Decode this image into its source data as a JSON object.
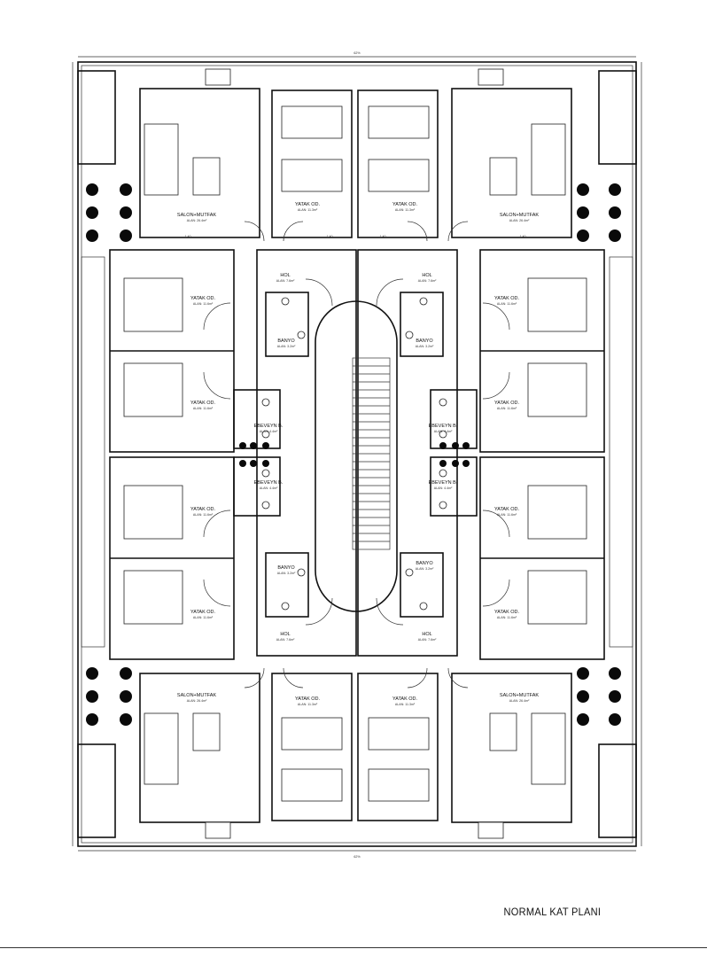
{
  "title": "NORMAL KAT PLANI",
  "rooms": [
    {
      "name": "SALON+MUTFAK",
      "area": "ALAN: 26.4m²"
    },
    {
      "name": "YATAK OD.",
      "area": "ALAN: 11.3m²"
    },
    {
      "name": "YATAK OD.",
      "area": "ALAN: 11.3m²"
    },
    {
      "name": "SALON+MUTFAK",
      "area": "ALAN: 26.4m²"
    },
    {
      "name": "HOL",
      "area": "ALAN: 7.6m²"
    },
    {
      "name": "HOL",
      "area": "ALAN: 7.6m²"
    },
    {
      "name": "YATAK OD.",
      "area": "ALAN: 11.6m²"
    },
    {
      "name": "YATAK OD.",
      "area": "ALAN: 11.6m²"
    },
    {
      "name": "BANYO",
      "area": "ALAN: 3.2m²"
    },
    {
      "name": "BANYO",
      "area": "ALAN: 3.2m²"
    },
    {
      "name": "YATAK OD.",
      "area": "ALAN: 11.6m²"
    },
    {
      "name": "YATAK OD.",
      "area": "ALAN: 11.6m²"
    },
    {
      "name": "EBEVEYN B.",
      "area": "ALAN: 4.4m²"
    },
    {
      "name": "EBEVEYN B.",
      "area": "ALAN: 4.4m²"
    },
    {
      "name": "EBEVEYN B.",
      "area": "ALAN: 4.4m²"
    },
    {
      "name": "EBEVEYN B.",
      "area": "ALAN: 4.4m²"
    },
    {
      "name": "YATAK OD.",
      "area": "ALAN: 11.6m²"
    },
    {
      "name": "YATAK OD.",
      "area": "ALAN: 11.6m²"
    },
    {
      "name": "BANYO",
      "area": "ALAN: 3.2m²"
    },
    {
      "name": "BANYO",
      "area": "ALAN: 3.2m²"
    },
    {
      "name": "YATAK OD.",
      "area": "ALAN: 11.6m²"
    },
    {
      "name": "YATAK OD.",
      "area": "ALAN: 11.6m²"
    },
    {
      "name": "HOL",
      "area": "ALAN: 7.6m²"
    },
    {
      "name": "HOL",
      "area": "ALAN: 7.6m²"
    },
    {
      "name": "SALON+MUTFAK",
      "area": "ALAN: 26.4m²"
    },
    {
      "name": "YATAK OD.",
      "area": "ALAN: 11.3m²"
    },
    {
      "name": "YATAK OD.",
      "area": "ALAN: 11.3m²"
    },
    {
      "name": "SALON+MUTFAK",
      "area": "ALAN: 26.4m²"
    }
  ],
  "dimensions": {
    "top_overall": "62%",
    "bottom_overall": "62%",
    "side_segments": [
      "1.40",
      "1.40",
      "1.40",
      "1.40"
    ]
  }
}
